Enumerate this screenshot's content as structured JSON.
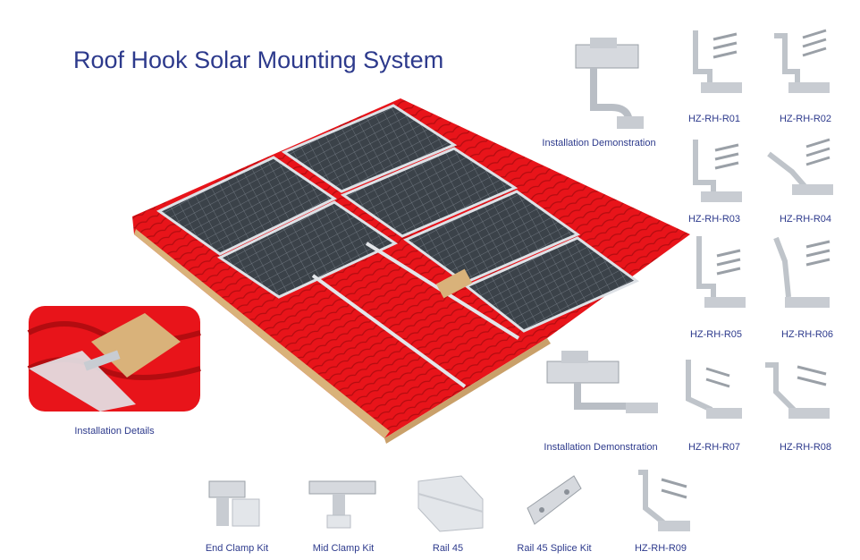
{
  "title": "Roof Hook Solar Mounting System",
  "labels": {
    "install_demo_top": "Installation Demonstration",
    "install_demo_bottom": "Installation Demonstration",
    "install_details": "Installation Details",
    "hooks": [
      "HZ-RH-R01",
      "HZ-RH-R02",
      "HZ-RH-R03",
      "HZ-RH-R04",
      "HZ-RH-R05",
      "HZ-RH-R06",
      "HZ-RH-R07",
      "HZ-RH-R08",
      "HZ-RH-R09"
    ],
    "end_clamp": "End Clamp Kit",
    "mid_clamp": "Mid Clamp Kit",
    "rail": "Rail 45",
    "splice": "Rail 45 Splice Kit"
  },
  "colors": {
    "title": "#2d3a8c",
    "roof": "#e8141a",
    "panel": "#3a4048",
    "frame": "#d9dde2",
    "metal": "#c8ccd2",
    "wood": "#d9b27a"
  }
}
